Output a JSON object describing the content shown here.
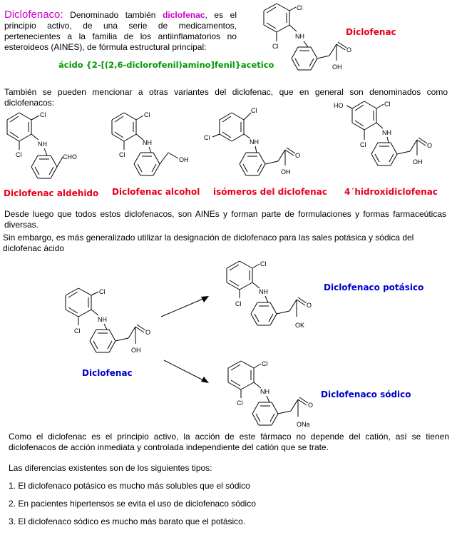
{
  "intro": {
    "title": "Diclofenaco:",
    "text_before": " Denominado también ",
    "highlight": "diclofenac",
    "text_after": ", es el principio activo, de una serie de medicamentos, pertenecientes a la familia de los antiinflamatorios no esteroideos (AINES), de fórmula estructural principal:",
    "iupac": "ácido {2-[(2,6-diclorofenil)amino]fenil}acetico",
    "main_label": "Diclofenac"
  },
  "atoms": {
    "cl": "Cl",
    "nh": "NH",
    "oh": "OH",
    "o": "O",
    "cho": "CHO",
    "ch2oh": "OH",
    "ho": "HO",
    "ok": "OK",
    "ona": "ONa"
  },
  "variants": {
    "intro": "También se pueden mencionar a otras variantes del diclofenac, que en general son denominados como diclofenacos:",
    "labels": [
      "Diclofenac aldehido",
      "Diclofenac alcohol",
      "isómeros del diclofenac",
      "4´hidroxidiclofenac"
    ]
  },
  "paragraphs": {
    "aines": "Desde luego que todos estos diclofenacos, son AINEs y forman parte de formulaciones y formas farmaceúticas diversas.",
    "salts": "Sin embargo, es más generalizado utilizar la designación de diclofenaco para las sales potásica y sódica del diclofenac ácido"
  },
  "reaction": {
    "reactant_label": "Diclofenac",
    "potassium_label": "Diclofenaco potásico",
    "sodium_label": "Diclofenaco sódico"
  },
  "conclusion": {
    "text": "Como el diclofenac es el principio activo, la acción de este fármaco no depende del catión, así se tienen diclofenacos de acción inmediata y controlada independiente del catión que se trate.",
    "differences_intro": "Las diferencias existentes son de los siguientes tipos:",
    "items": [
      "1. El diclofenaco potásico es mucho más solubles que el sódico",
      "2. En pacientes hipertensos se evita el uso de diclofenaco sódico",
      "3. El diclofenaco sódico es mucho más barato que el potásico."
    ]
  }
}
